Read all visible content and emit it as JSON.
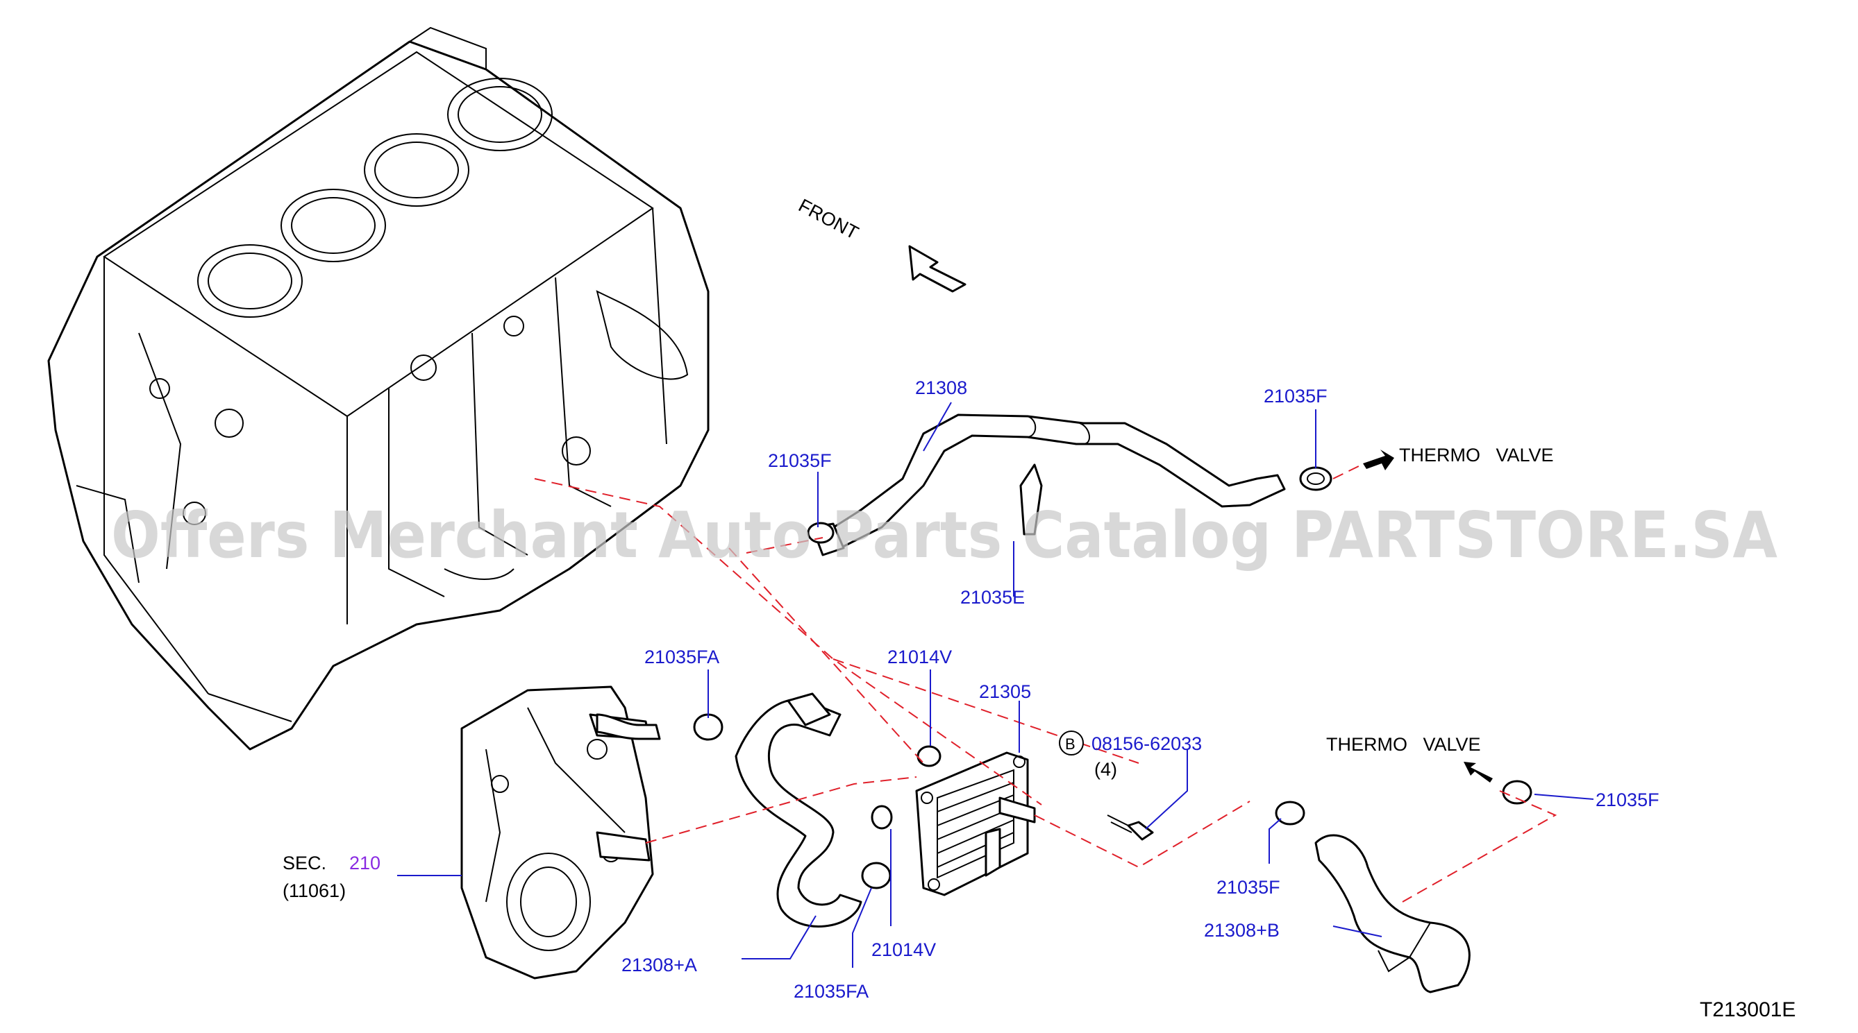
{
  "front_label": "FRONT",
  "watermark": "Offers Merchant Auto Parts Catalog PARTSTORE.SA",
  "diagram_code": "T213001E",
  "parts": {
    "p21308": "21308",
    "p21035F_top_left": "21035F",
    "p21035F_top_right": "21035F",
    "p21035E": "21035E",
    "p21035FA_top": "21035FA",
    "p21014V_top": "21014V",
    "p21305": "21305",
    "bolt_circle": "B",
    "bolt_part": "08156-62033",
    "bolt_qty": "(4)",
    "p21035F_right": "21035F",
    "p21035F_mid": "21035F",
    "p21308B": "21308+B",
    "p21308A": "21308+A",
    "p21014V_bottom": "21014V",
    "p21035FA_bottom": "21035FA"
  },
  "thermo_valve_top": "THERMO   VALVE",
  "thermo_valve_right": "THERMO   VALVE",
  "section_ref": {
    "prefix": "SEC.",
    "number": "210",
    "code": "(11061)"
  },
  "colors": {
    "label_blue": "#1a1acc",
    "section_purple": "#8a2be2",
    "dash_red": "#e0202a"
  }
}
